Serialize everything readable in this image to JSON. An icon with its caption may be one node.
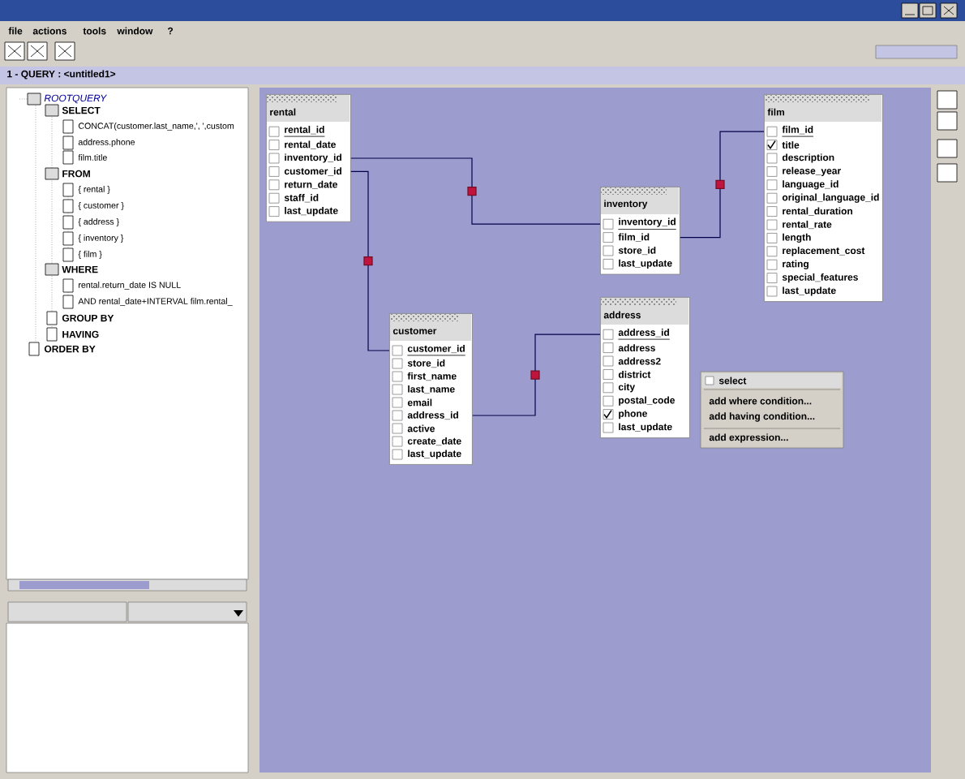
{
  "diagram": {
    "nodes": [
      {
        "text": [
          "rental",
          "rental_id",
          "rental_date",
          "inventory_id",
          "customer_id",
          "return_date",
          "staff_id",
          "last_update"
        ]
      },
      {
        "text": [
          "inventory",
          "inventory_id",
          "film_id",
          "store_id",
          "last_update"
        ]
      },
      {
        "text": [
          "film",
          "film_id",
          "title",
          "description",
          "release_year",
          "language_id",
          "original_language_id",
          "rental_duration",
          "rental_rate",
          "length",
          "replacement_cost",
          "rating",
          "special_features",
          "last_update"
        ]
      },
      {
        "text": [
          "customer",
          "customer_id",
          "store_id",
          "first_name",
          "last_name",
          "email",
          "address_id",
          "active",
          "create_date",
          "last_update"
        ]
      },
      {
        "text": [
          "address",
          "address_id",
          "address",
          "address2",
          "district",
          "city",
          "postal_code",
          "phone",
          "last_update"
        ]
      }
    ],
    "edges": [
      {
        "from": 0,
        "to": 1,
        "arrow": "none"
      },
      {
        "from": 1,
        "to": 2,
        "arrow": "none"
      },
      {
        "from": 0,
        "to": 3,
        "arrow": "none"
      },
      {
        "from": 3,
        "to": 4,
        "arrow": "none"
      }
    ],
    "labels": [
      "file",
      "actions",
      "tools",
      "window",
      "?",
      "1 - QUERY : <untitled1>",
      "ROOTQUERY",
      "SELECT",
      "CONCAT(customer.last_name,', ',custom",
      "address.phone",
      "film.title",
      "FROM",
      "{ rental }",
      "{ customer }",
      "{ address }",
      "{ inventory }",
      "{ film }",
      "WHERE",
      "rental.return_date IS NULL",
      "AND rental_date+INTERVAL film.rental_",
      "GROUP BY",
      "HAVING",
      "ORDER BY",
      "select",
      "add where condition...",
      "add having condition...",
      "add expression..."
    ]
  }
}
